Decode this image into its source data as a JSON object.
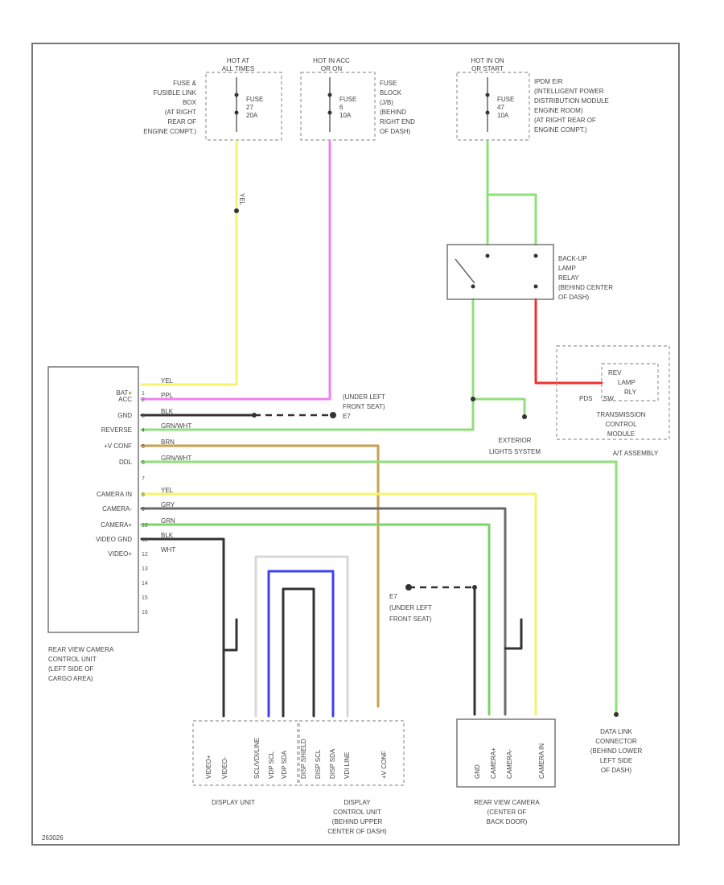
{
  "colors": {
    "yellow": "#f4f46a",
    "pink": "#f080f0",
    "black": "#333333",
    "green_light": "#8ee07a",
    "tan": "#c8a050",
    "grey": "#6a6a6a",
    "green": "#7ad468",
    "blue": "#4040f0",
    "red": "#f03030",
    "border": "#777777"
  },
  "fuses": {
    "hot_at_all": {
      "header": [
        "HOT AT",
        "ALL TIMES"
      ],
      "label": [
        "FUSE &",
        "FUSIBLE LINK",
        "BOX",
        "(AT RIGHT",
        "REAR OF",
        "ENGINE COMPT.)"
      ],
      "fuse": [
        "FUSE",
        "27",
        "20A"
      ]
    },
    "hot_acc": {
      "header": [
        "HOT IN ACC",
        "OR ON"
      ],
      "label": [
        "FUSE",
        "BLOCK",
        "(J/B)",
        "(BEHIND",
        "RIGHT END",
        "OF DASH)"
      ],
      "fuse": [
        "FUSE",
        "6",
        "10A"
      ]
    },
    "hot_on": {
      "header": [
        "HOT IN ON",
        "OR START"
      ],
      "label": [
        "IPDM E/R",
        "(INTELLIGENT POWER",
        "DISTRIBUTION MODULE",
        "ENGINE ROOM)",
        "(AT RIGHT REAR OF",
        "ENGINE COMPT.)"
      ],
      "fuse": [
        "FUSE",
        "47",
        "10A"
      ]
    }
  },
  "relay": {
    "label": [
      "BACK-UP",
      "LAMP",
      "RELAY",
      "(BEHIND CENTER",
      "OF DASH)"
    ]
  },
  "transmission": {
    "label": [
      "TRANSMISSION",
      "CONTROL",
      "MODULE"
    ],
    "inner": [
      "REV",
      "LAMP",
      "RLY",
      "PDS",
      "SW"
    ],
    "assembly": "A/T ASSEMBLY"
  },
  "exterior": [
    "EXTERIOR",
    "LIGHTS SYSTEM"
  ],
  "ground_label": [
    "(UNDER LEFT",
    "FRONT SEAT)",
    "E7"
  ],
  "ground_label2": [
    "E7",
    "(UNDER LEFT",
    "FRONT SEAT)"
  ],
  "control_unit": {
    "pins": [
      "BAT+",
      "ACC",
      "GND",
      "REVERSE",
      "+V CONF",
      "DDL",
      "",
      "CAMERA IN",
      "CAMERA-",
      "CAMERA+",
      "VIDEO GND",
      "VIDEO+",
      "",
      "",
      "",
      ""
    ],
    "pin_numbers": [
      "1",
      "2",
      "3",
      "4",
      "5",
      "6",
      "7",
      "8",
      "9",
      "10",
      "11",
      "12",
      "13",
      "14",
      "15",
      "16"
    ],
    "label": [
      "REAR VIEW CAMERA",
      "CONTROL UNIT",
      "(LEFT SIDE OF",
      "CARGO AREA)"
    ]
  },
  "wire_colors": {
    "bat": "YEL",
    "acc": "PPL",
    "gnd": "BLK",
    "reverse": "GRN/WHT",
    "vconf": "BRN",
    "ddl": "GRN/WHT",
    "camera_in": "YEL",
    "camera_neg": "GRY",
    "camera_pos": "GRN",
    "video_gnd": "BLK",
    "video_pos": "WHT"
  },
  "display_unit": {
    "label": "DISPLAY UNIT",
    "pins": [
      "VIDEO+",
      "VIDEO-",
      "SCL/VDI/LINE",
      "VDP SCL",
      "VDP SDA"
    ]
  },
  "display_control": {
    "label": [
      "DISPLAY",
      "CONTROL UNIT",
      "(BEHIND UPPER",
      "CENTER OF DASH)"
    ],
    "pins": [
      "DISP SHIELD",
      "DISP SCL",
      "DISP SDA",
      "VDI LINE",
      "+V CONF"
    ]
  },
  "camera": {
    "label": [
      "REAR VIEW CAMERA",
      "(CENTER OF",
      "BACK DOOR)"
    ],
    "pins": [
      "GND",
      "CAMERA+",
      "CAMERA-",
      "CAMERA IN"
    ]
  },
  "data_link": [
    "DATA LINK",
    "CONNECTOR",
    "(BEHIND LOWER",
    "LEFT SIDE",
    "OF DASH)"
  ],
  "code": "263026"
}
